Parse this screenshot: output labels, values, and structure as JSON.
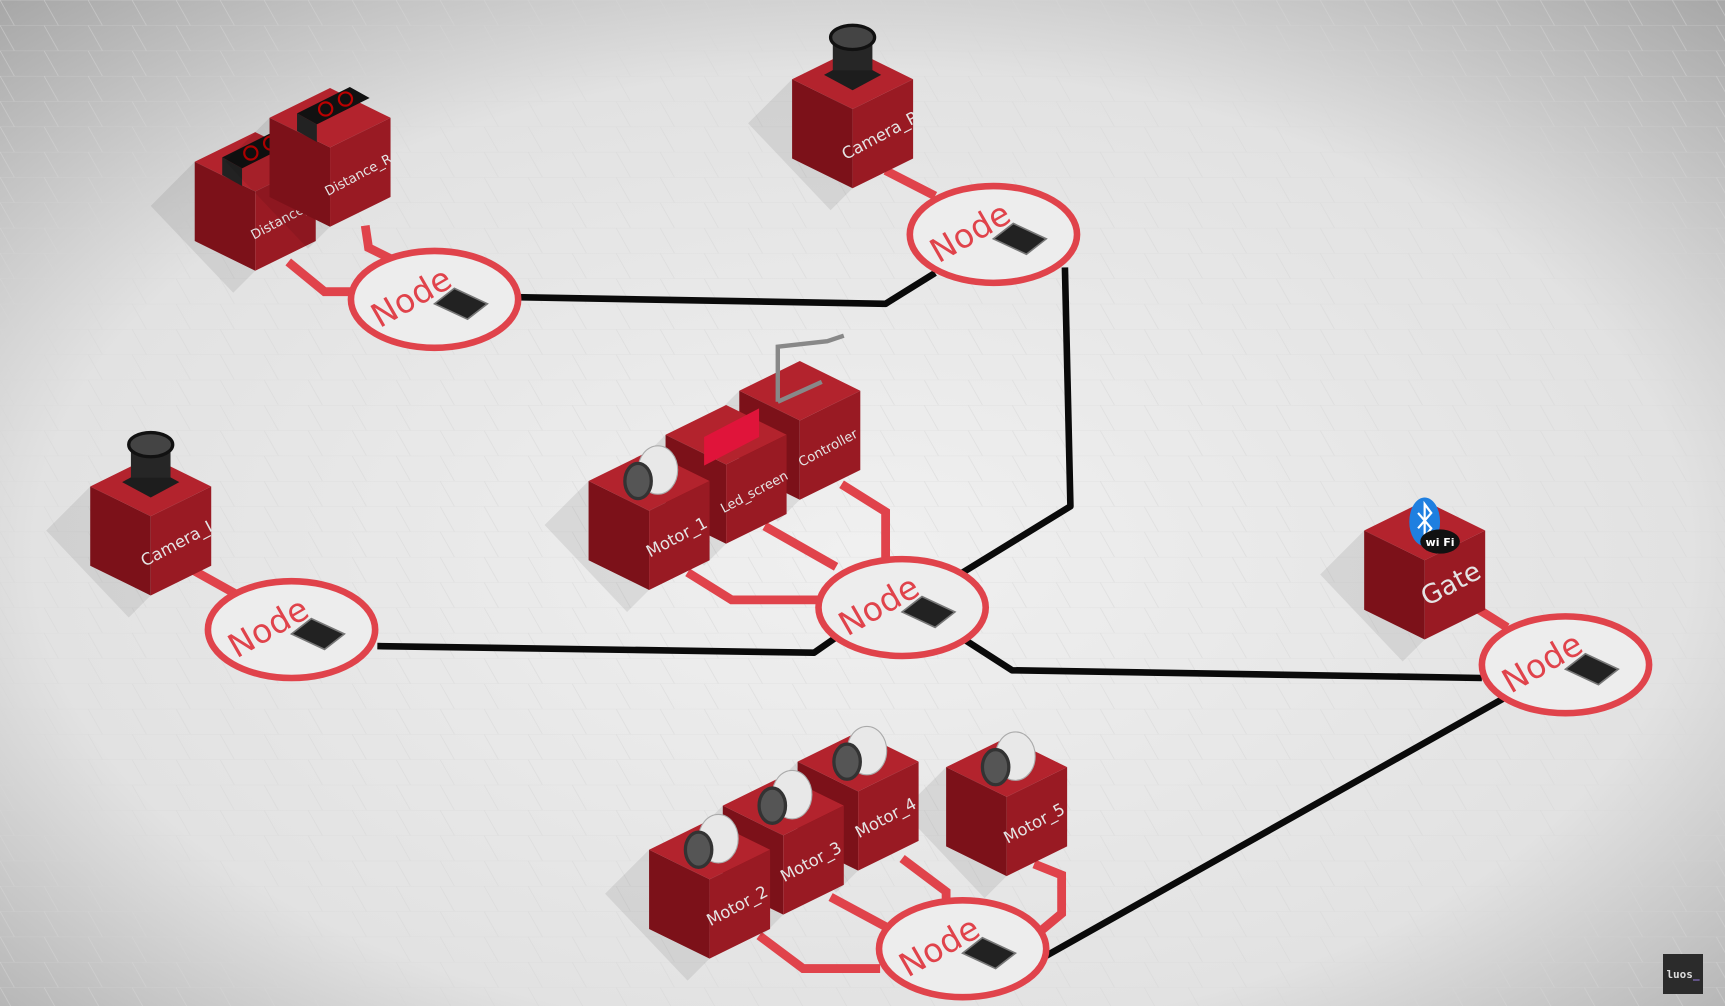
{
  "diagram": {
    "node_label": "Node",
    "modules": [
      {
        "id": "distance_l",
        "label": "Distance_L",
        "kind": "distance"
      },
      {
        "id": "distance_r",
        "label": "Distance_R",
        "kind": "distance"
      },
      {
        "id": "camera_r",
        "label": "Camera_R",
        "kind": "camera"
      },
      {
        "id": "camera_l",
        "label": "Camera_L",
        "kind": "camera"
      },
      {
        "id": "controller",
        "label": "Controller",
        "kind": "arm"
      },
      {
        "id": "led_screen",
        "label": "Led_screen",
        "kind": "led"
      },
      {
        "id": "motor_1",
        "label": "Motor_1",
        "kind": "motor"
      },
      {
        "id": "gate",
        "label": "Gate",
        "kind": "gate"
      },
      {
        "id": "motor_5",
        "label": "Motor_5",
        "kind": "motor"
      },
      {
        "id": "motor_4",
        "label": "Motor_4",
        "kind": "motor"
      },
      {
        "id": "motor_3",
        "label": "Motor_3",
        "kind": "motor"
      },
      {
        "id": "motor_2",
        "label": "Motor_2",
        "kind": "motor"
      }
    ],
    "gate_badge": {
      "wifi": "wi Fi"
    },
    "colors": {
      "module_top": "#b3232d",
      "module_left": "#7c1119",
      "module_right": "#991a23",
      "node_ring": "#e0434b",
      "bus": "#0a0a0a",
      "link": "#e0434b"
    }
  },
  "watermark": {
    "logo": "luos",
    "cursor": "_"
  }
}
